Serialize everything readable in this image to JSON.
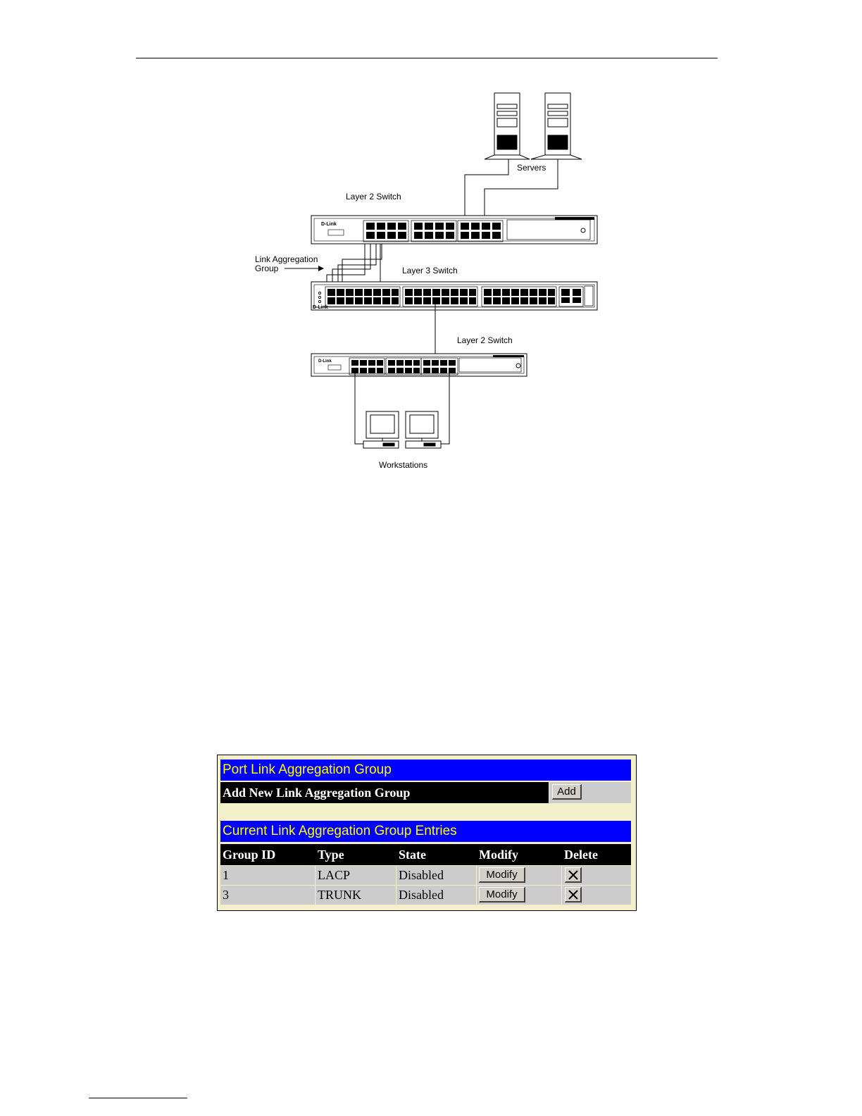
{
  "diagram": {
    "servers_label": "Servers",
    "layer2_top_label": "Layer 2 Switch",
    "lag_label_line1": "Link Aggregation",
    "lag_label_line2": "Group",
    "layer3_label": "Layer 3 Switch",
    "layer2_bottom_label": "Layer 2 Switch",
    "workstations_label": "Workstations",
    "brand": "D-Link"
  },
  "panel": {
    "title": "Port Link Aggregation Group",
    "add_label": "Add New Link Aggregation Group",
    "add_button": "Add",
    "entries_title": "Current Link Aggregation Group Entries",
    "columns": [
      "Group ID",
      "Type",
      "State",
      "Modify",
      "Delete"
    ],
    "rows": [
      {
        "group_id": "1",
        "type": "LACP",
        "state": "Disabled",
        "modify": "Modify"
      },
      {
        "group_id": "3",
        "type": "TRUNK",
        "state": "Disabled",
        "modify": "Modify"
      }
    ]
  }
}
